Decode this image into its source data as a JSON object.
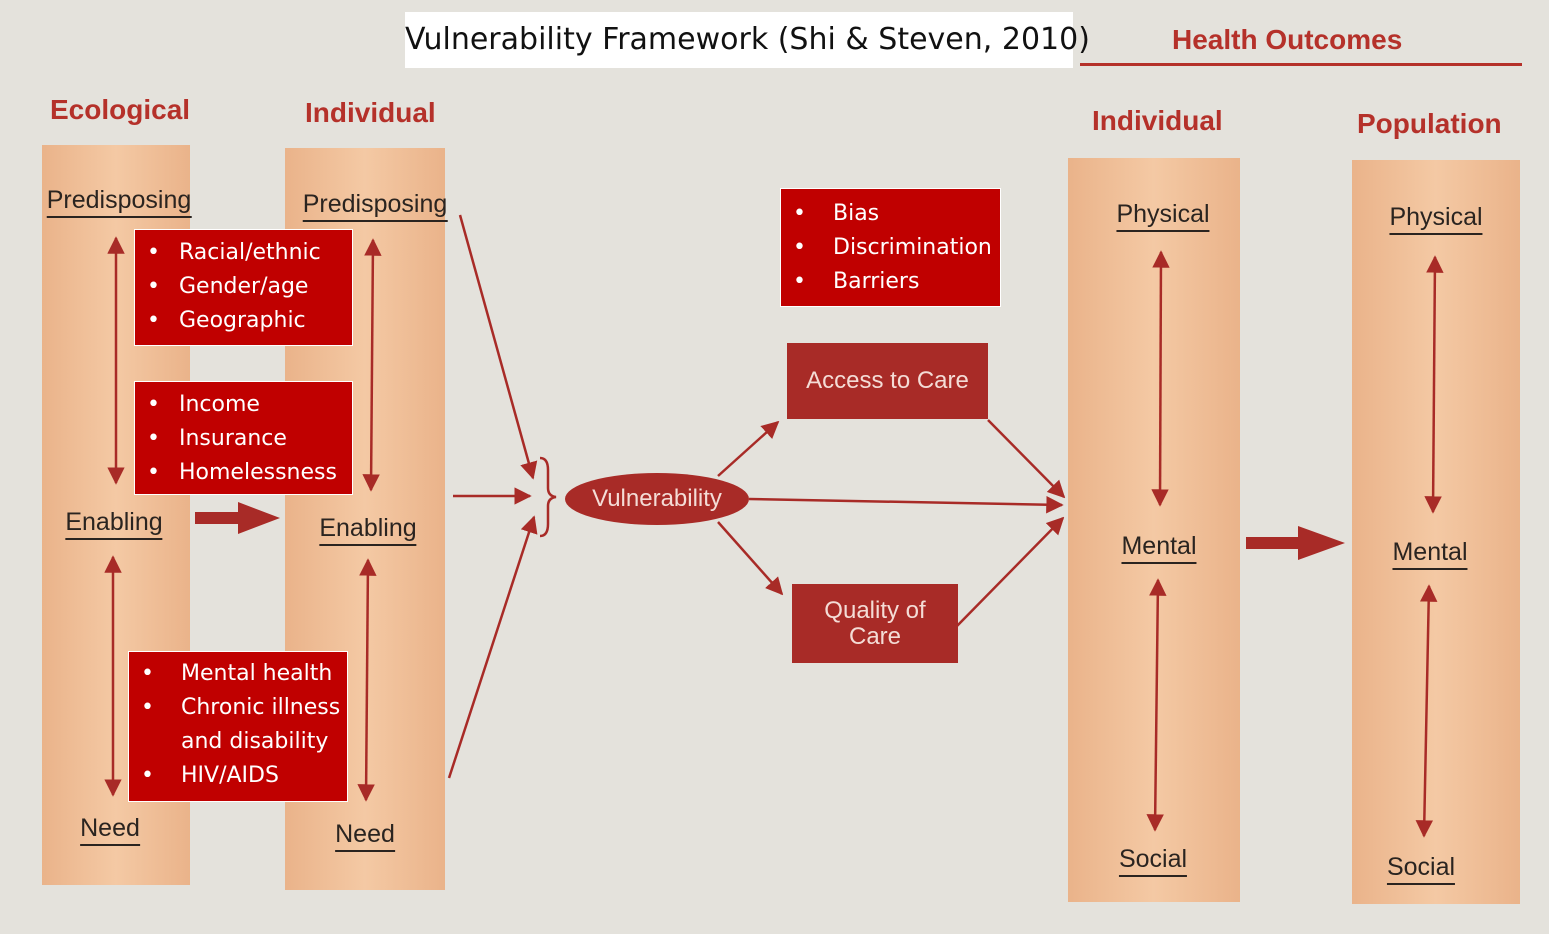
{
  "title": "Vulnerability Framework (Shi & Steven, 2010)",
  "headers": {
    "health_outcomes": "Health Outcomes",
    "ecological": "Ecological",
    "individual_left": "Individual",
    "individual_right": "Individual",
    "population": "Population"
  },
  "ecological_column": {
    "predisposing": "Predisposing",
    "enabling": "Enabling",
    "need": "Need"
  },
  "individual_column": {
    "predisposing": "Predisposing",
    "enabling": "Enabling",
    "need": "Need"
  },
  "outcomes_individual": {
    "physical": "Physical",
    "mental": "Mental",
    "social": "Social"
  },
  "outcomes_population": {
    "physical": "Physical",
    "mental": "Mental",
    "social": "Social"
  },
  "predisposing_factors": [
    "Racial/ethnic",
    "Gender/age",
    "Geographic"
  ],
  "enabling_factors": [
    "Income",
    "Insurance",
    "Homelessness"
  ],
  "need_factors": [
    "Mental health",
    "Chronic illness",
    "and disability",
    "HIV/AIDS"
  ],
  "barrier_factors": [
    "Bias",
    "Discrimination",
    "Barriers"
  ],
  "central": {
    "vulnerability": "Vulnerability",
    "access_to_care": "Access to Care",
    "quality_of_care_line1": "Quality of",
    "quality_of_care_line2": "Care"
  },
  "colors": {
    "accent_red": "#c00000",
    "dark_red": "#a82b27",
    "arrow": "#a82b27",
    "column": "#f0bf98"
  }
}
